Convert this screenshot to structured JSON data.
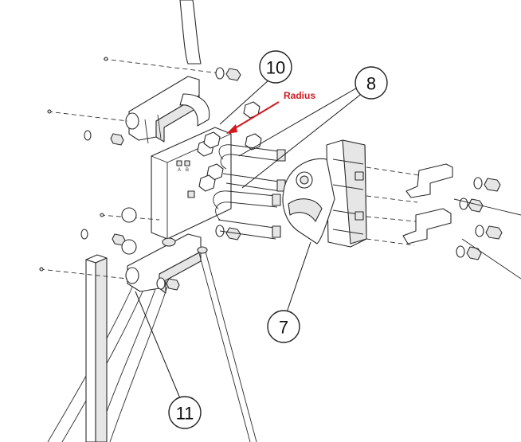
{
  "callouts": {
    "c10": "10",
    "c8": "8",
    "c7": "7",
    "c11": "11"
  },
  "annotation": {
    "label": "Radius",
    "color": "#d0191f"
  },
  "small_marks": {
    "a": "A",
    "b": "B"
  }
}
